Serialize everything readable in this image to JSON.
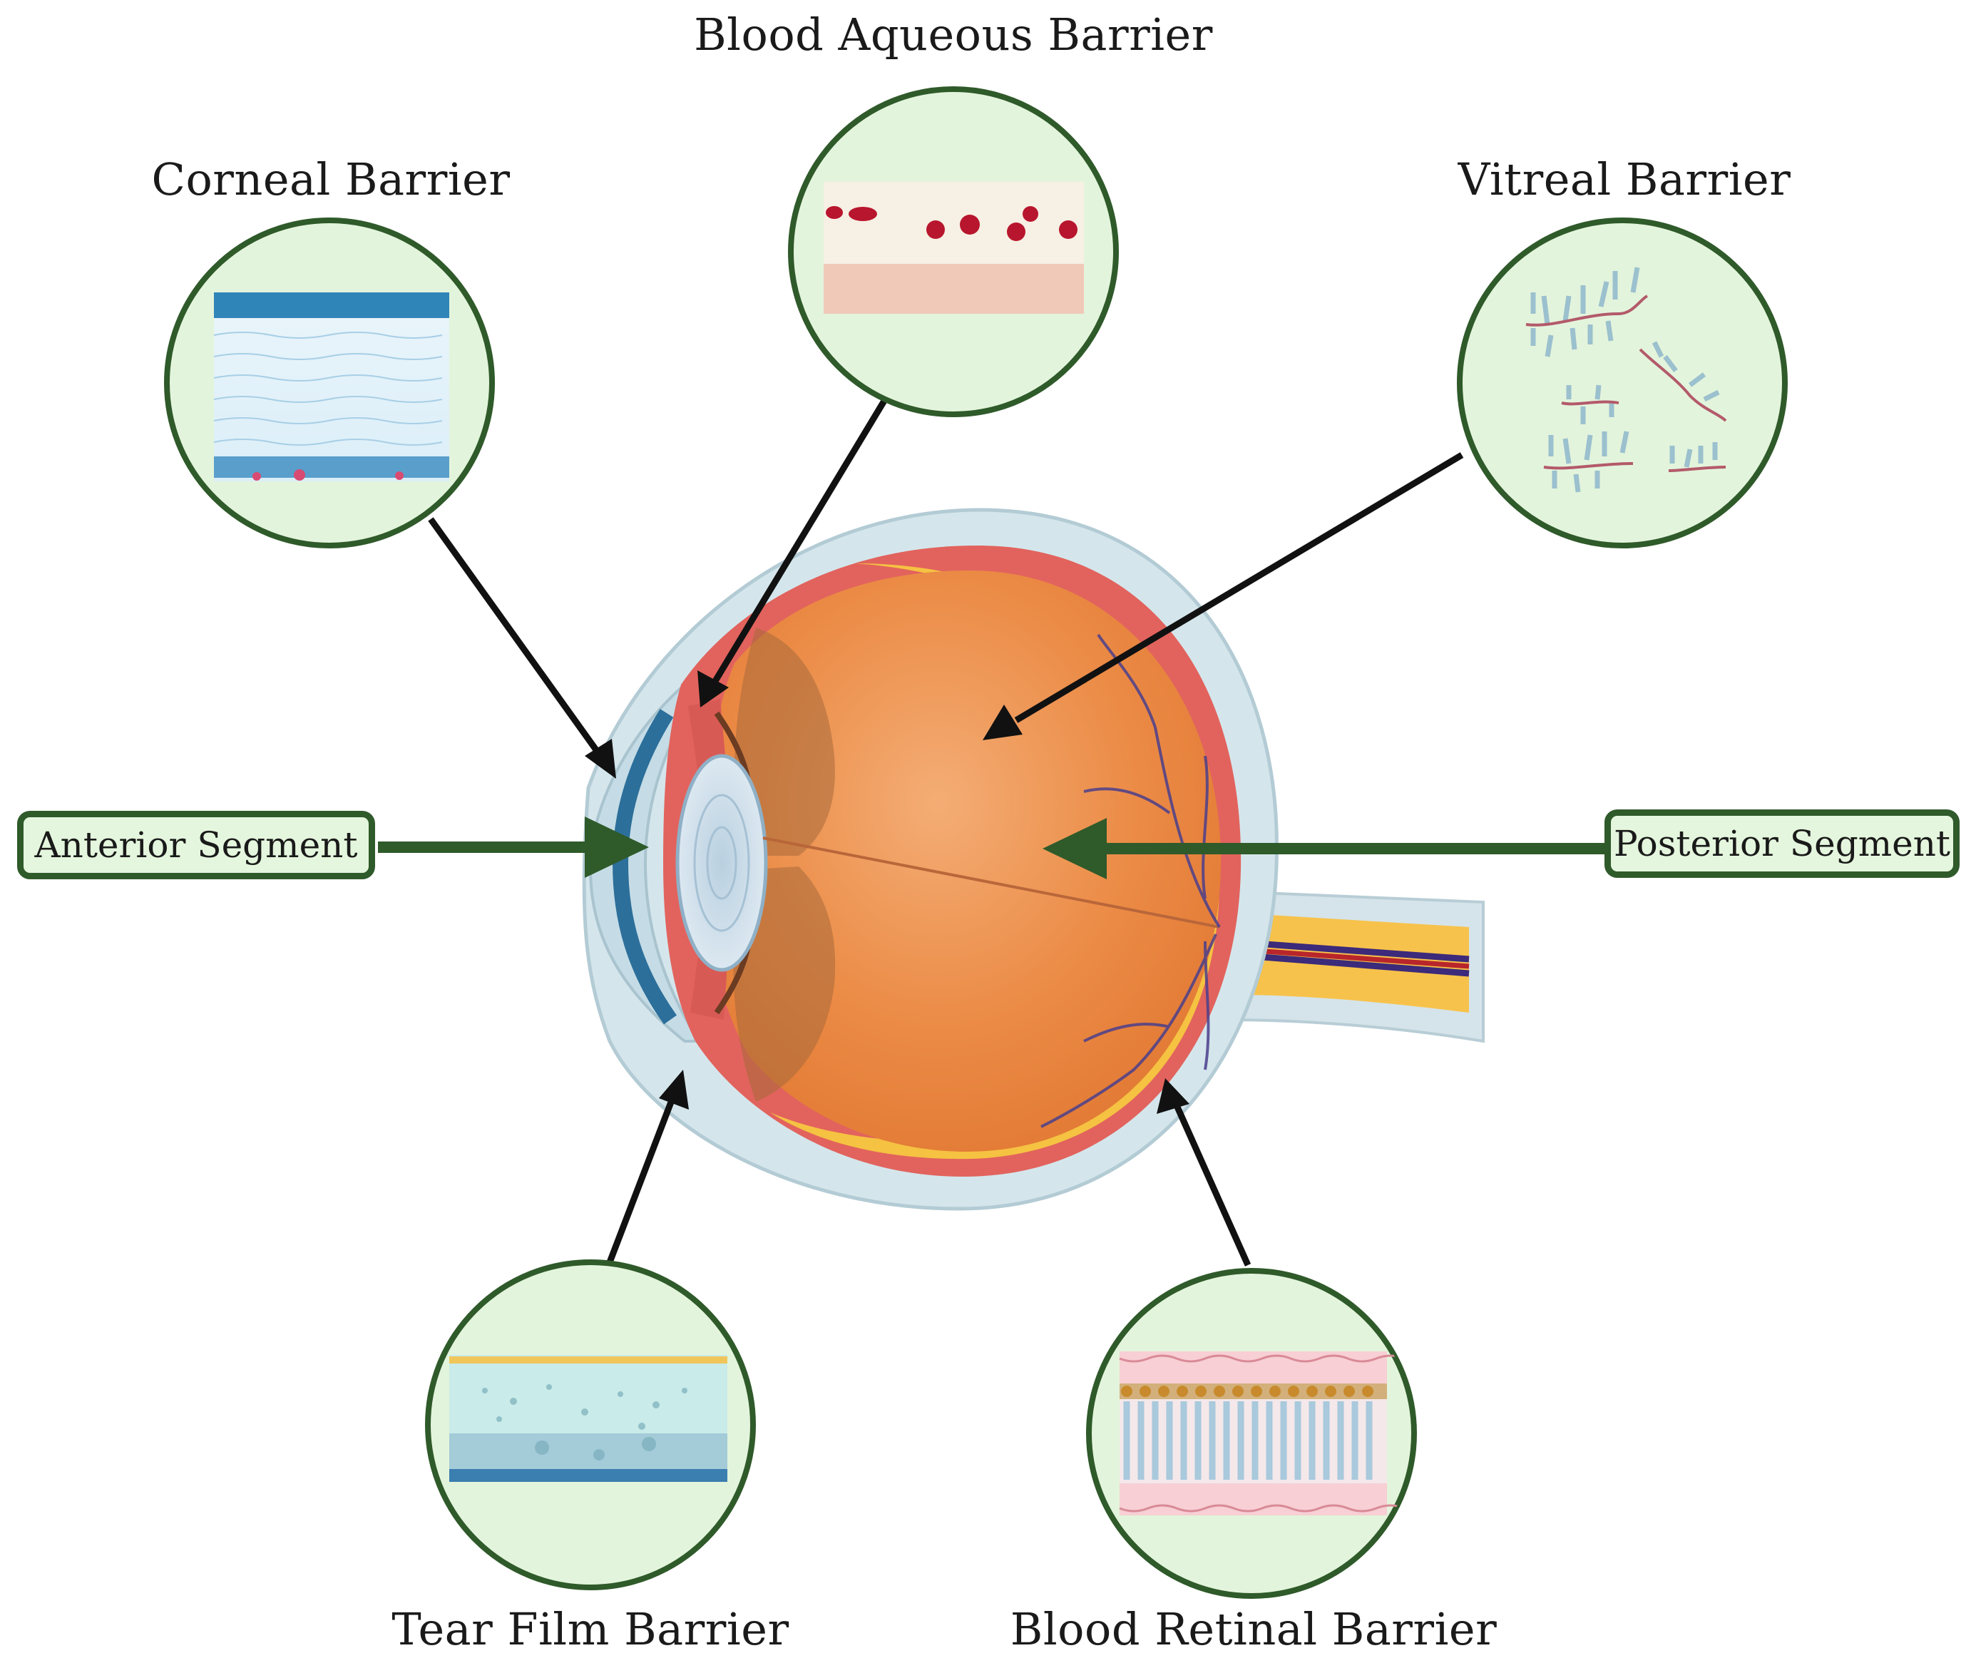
{
  "barriers": {
    "corneal": "Corneal Barrier",
    "blood_aqueous": "Blood Aqueous Barrier",
    "vitreal": "Vitreal Barrier",
    "tear_film": "Tear Film Barrier",
    "blood_retinal": "Blood Retinal Barrier"
  },
  "segments": {
    "anterior": "Anterior Segment",
    "posterior": "Posterior Segment"
  },
  "colors": {
    "circle_fill": "#e3f4dc",
    "circle_stroke": "#2f5a2a",
    "segment_arrow": "#2f5a2a",
    "barrier_arrow": "#111111",
    "vitreous": "#e8843e",
    "sclera": "#cfe0e6",
    "choroid": "#f5c242",
    "retina_red": "#e0605a"
  }
}
